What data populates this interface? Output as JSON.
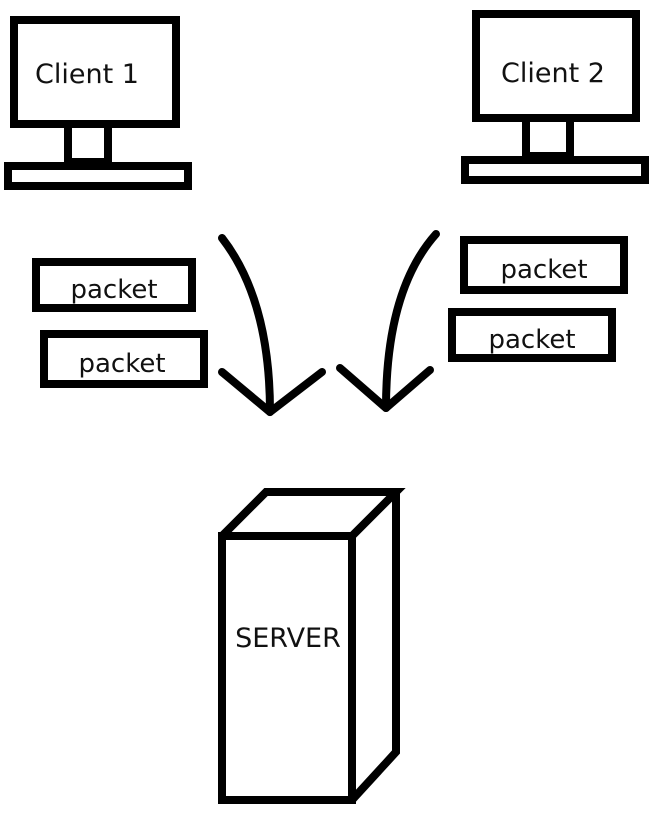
{
  "clients": [
    {
      "label": "Client 1"
    },
    {
      "label": "Client 2"
    }
  ],
  "packets": [
    {
      "label": "packet"
    },
    {
      "label": "packet"
    },
    {
      "label": "packet"
    },
    {
      "label": "packet"
    }
  ],
  "server": {
    "label": "SERVER"
  },
  "colors": {
    "stroke": "#000000",
    "background": "#ffffff"
  }
}
